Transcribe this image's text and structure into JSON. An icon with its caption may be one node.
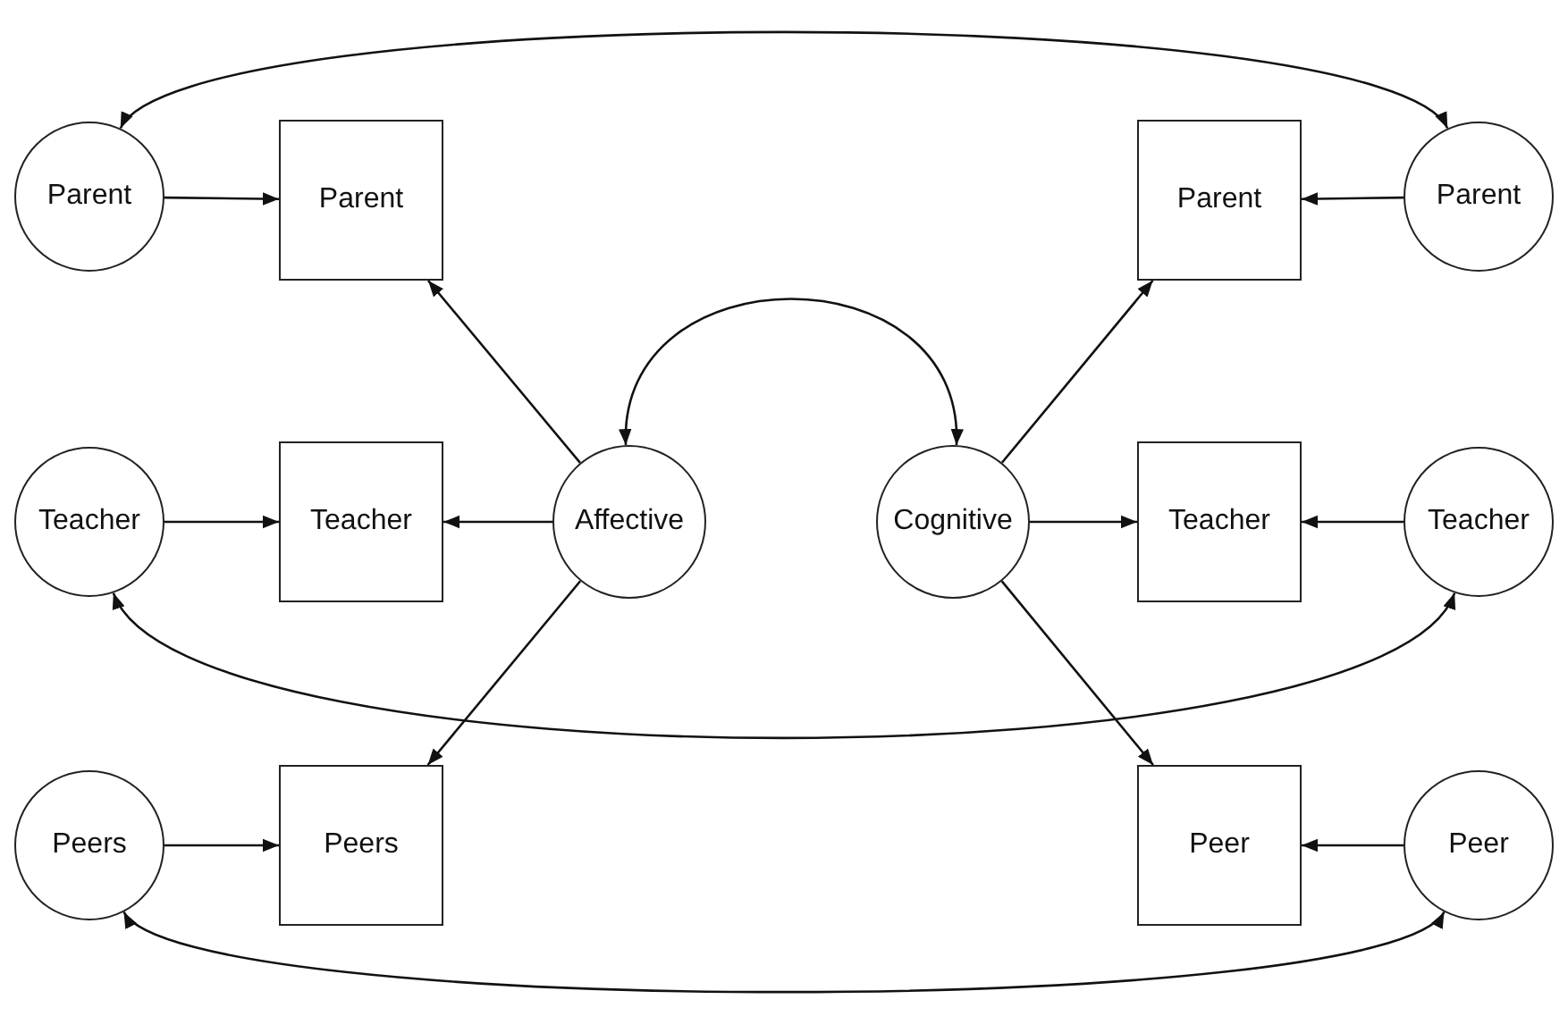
{
  "diagram": {
    "nodes": [
      {
        "text": [
          "Parent"
        ]
      },
      {
        "text": [
          "Parent"
        ]
      },
      {
        "text": [
          "Parent"
        ]
      },
      {
        "text": [
          "Parent"
        ]
      },
      {
        "text": [
          "Teacher"
        ]
      },
      {
        "text": [
          "Teacher"
        ]
      },
      {
        "text": [
          "Affective"
        ]
      },
      {
        "text": [
          "Cognitive"
        ]
      },
      {
        "text": [
          "Teacher"
        ]
      },
      {
        "text": [
          "Teacher"
        ]
      },
      {
        "text": [
          "Peers"
        ]
      },
      {
        "text": [
          "Peers"
        ]
      },
      {
        "text": [
          "Peer"
        ]
      },
      {
        "text": [
          "Peer"
        ]
      }
    ],
    "edges": [
      {
        "from": 0,
        "to": 1,
        "arrow": "to"
      },
      {
        "from": 3,
        "to": 2,
        "arrow": "to"
      },
      {
        "from": 4,
        "to": 5,
        "arrow": "to"
      },
      {
        "from": 9,
        "to": 8,
        "arrow": "to"
      },
      {
        "from": 10,
        "to": 11,
        "arrow": "to"
      },
      {
        "from": 13,
        "to": 12,
        "arrow": "to"
      },
      {
        "from": 6,
        "to": 1,
        "arrow": "to"
      },
      {
        "from": 6,
        "to": 5,
        "arrow": "to"
      },
      {
        "from": 6,
        "to": 11,
        "arrow": "to"
      },
      {
        "from": 7,
        "to": 2,
        "arrow": "to"
      },
      {
        "from": 7,
        "to": 8,
        "arrow": "to"
      },
      {
        "from": 7,
        "to": 12,
        "arrow": "to"
      },
      {
        "from": 6,
        "to": 7,
        "arrow": "both"
      },
      {
        "from": 0,
        "to": 3,
        "arrow": "both"
      },
      {
        "from": 4,
        "to": 9,
        "arrow": "both"
      },
      {
        "from": 10,
        "to": 13,
        "arrow": "both"
      }
    ]
  }
}
